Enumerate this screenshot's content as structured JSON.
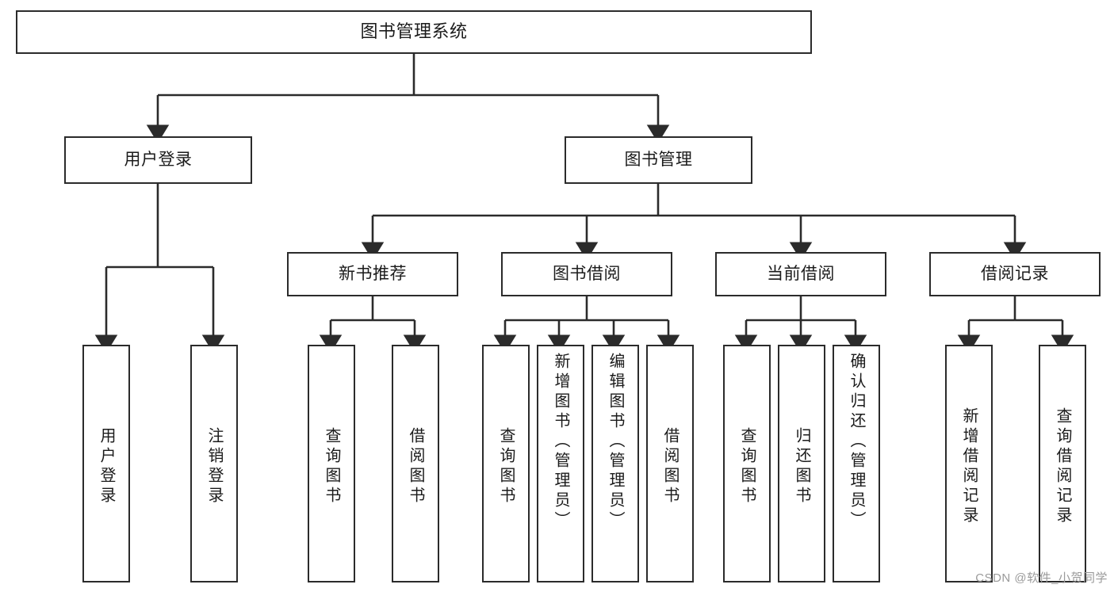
{
  "diagram": {
    "type": "tree-hierarchy",
    "title": "图书管理系统",
    "watermark": "CSDN @软件_小贺同学",
    "colors": {
      "box_border": "#2b2b2b",
      "box_fill": "#ffffff",
      "edge": "#2b2b2b",
      "text": "#1b1b1b",
      "watermark": "#9a9a9a",
      "background": "#ffffff"
    },
    "nodes": {
      "root": {
        "label": "图书管理系统"
      },
      "level2": [
        {
          "id": "user-login",
          "label": "用户登录"
        },
        {
          "id": "book-manage",
          "label": "图书管理"
        }
      ],
      "level3": [
        {
          "id": "new-book-rec",
          "label": "新书推荐"
        },
        {
          "id": "book-borrow",
          "label": "图书借阅"
        },
        {
          "id": "current-borrow",
          "label": "当前借阅"
        },
        {
          "id": "borrow-record",
          "label": "借阅记录"
        }
      ],
      "leaves": [
        {
          "id": "leaf-user-login",
          "label": "用户登录",
          "parent": "user-login"
        },
        {
          "id": "leaf-logout",
          "label": "注销登录",
          "parent": "user-login"
        },
        {
          "id": "leaf-query-book-1",
          "label": "查询图书",
          "parent": "new-book-rec"
        },
        {
          "id": "leaf-borrow-book-1",
          "label": "借阅图书",
          "parent": "new-book-rec"
        },
        {
          "id": "leaf-query-book-2",
          "label": "查询图书",
          "parent": "book-borrow"
        },
        {
          "id": "leaf-add-book",
          "label": "新增图书（管理员）",
          "parent": "book-borrow"
        },
        {
          "id": "leaf-edit-book",
          "label": "编辑图书（管理员）",
          "parent": "book-borrow"
        },
        {
          "id": "leaf-borrow-book-2",
          "label": "借阅图书",
          "parent": "book-borrow"
        },
        {
          "id": "leaf-query-book-3",
          "label": "查询图书",
          "parent": "current-borrow"
        },
        {
          "id": "leaf-return-book",
          "label": "归还图书",
          "parent": "current-borrow"
        },
        {
          "id": "leaf-confirm-return",
          "label": "确认归还（管理员）",
          "parent": "current-borrow"
        },
        {
          "id": "leaf-add-record",
          "label": "新增借阅记录",
          "parent": "borrow-record"
        },
        {
          "id": "leaf-query-record",
          "label": "查询借阅记录",
          "parent": "borrow-record"
        }
      ]
    }
  }
}
